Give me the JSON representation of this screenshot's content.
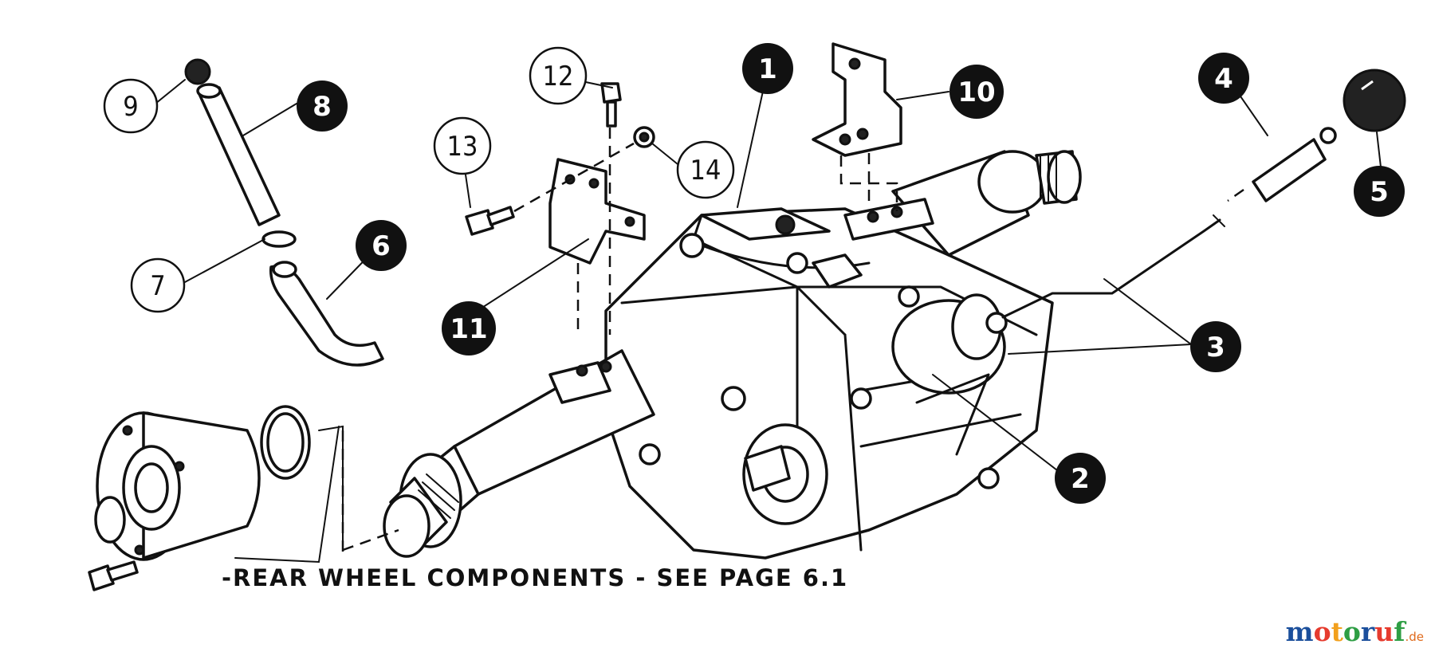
{
  "callouts": [
    {
      "label": "1",
      "style": "dark"
    },
    {
      "label": "2",
      "style": "dark"
    },
    {
      "label": "3",
      "style": "dark"
    },
    {
      "label": "4",
      "style": "dark"
    },
    {
      "label": "5",
      "style": "dark"
    },
    {
      "label": "6",
      "style": "dark"
    },
    {
      "label": "7",
      "style": "light"
    },
    {
      "label": "8",
      "style": "dark"
    },
    {
      "label": "9",
      "style": "light"
    },
    {
      "label": "10",
      "style": "dark"
    },
    {
      "label": "11",
      "style": "dark"
    },
    {
      "label": "12",
      "style": "light"
    },
    {
      "label": "13",
      "style": "light"
    },
    {
      "label": "14",
      "style": "light"
    }
  ],
  "caption": "-REAR WHEEL COMPONENTS - SEE PAGE 6.1",
  "watermark": {
    "letters": [
      "m",
      "o",
      "t",
      "o",
      "r",
      "u",
      "f"
    ],
    "letter_colors": [
      "#1b4f9c",
      "#e63b2e",
      "#f2a01d",
      "#2e9e44",
      "#1b4f9c",
      "#e63b2e",
      "#2e9e44"
    ],
    "suffix": ".de"
  }
}
